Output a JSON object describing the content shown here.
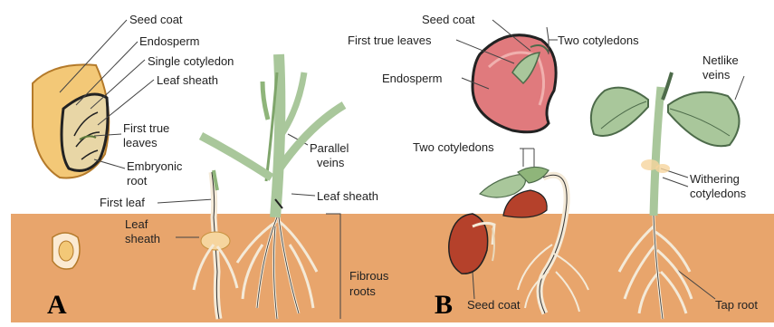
{
  "panel_a": {
    "letter": "A",
    "labels": {
      "seed_coat": "Seed coat",
      "endosperm": "Endosperm",
      "single_cotyledon": "Single cotyledon",
      "leaf_sheath_top": "Leaf sheath",
      "first_true_leaves_1": "First true",
      "first_true_leaves_2": "leaves",
      "embryonic_root_1": "Embryonic",
      "embryonic_root_2": "root",
      "first_leaf": "First leaf",
      "leaf_sheath_low_1": "Leaf",
      "leaf_sheath_low_2": "sheath",
      "parallel_veins_1": "Parallel",
      "parallel_veins_2": "veins",
      "leaf_sheath_mid": "Leaf sheath",
      "fibrous_roots_1": "Fibrous",
      "fibrous_roots_2": "roots"
    }
  },
  "panel_b": {
    "letter": "B",
    "labels": {
      "seed_coat_top": "Seed coat",
      "first_true_leaves": "First true leaves",
      "two_cotyledons_top": "Two cotyledons",
      "endosperm": "Endosperm",
      "two_cotyledons_mid": "Two cotyledons",
      "netlike_veins_1": "Netlike",
      "netlike_veins_2": "veins",
      "withering_1": "Withering",
      "withering_2": "cotyledons",
      "seed_coat_bottom": "Seed coat",
      "tap_root": "Tap root"
    }
  },
  "colors": {
    "soil": "#e8a56c",
    "seed_yellow": "#f3c877",
    "bean_pink": "#e07a7d",
    "bean_red": "#b5412b",
    "leaf_green": "#a9c79b",
    "leaf_dark": "#4d6b4a",
    "root_cream": "#f4ead8"
  }
}
